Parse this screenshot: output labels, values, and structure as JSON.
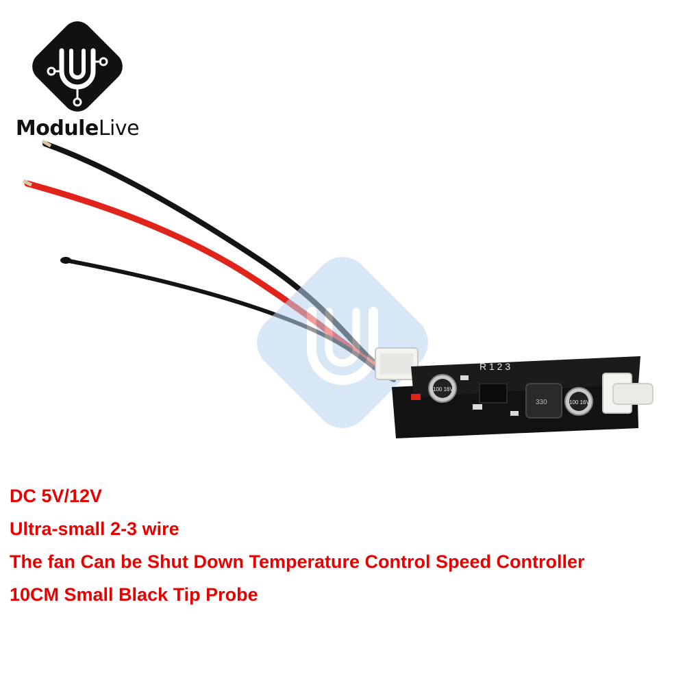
{
  "logo": {
    "name_part1": "Module",
    "name_part2": "Live"
  },
  "captions": [
    "DC 5V/12V",
    "Ultra-small 2-3 wire",
    "The fan Can be Shut Down Temperature Control Speed Controller",
    "10CM Small Black Tip Probe"
  ],
  "pcb_labels": {
    "header_marks": "R 1 2 3",
    "capacitor_left": "100 16V",
    "capacitor_right": "100 16V",
    "inductor": "330"
  },
  "colors": {
    "caption_text": "#e60000",
    "logo_dark": "#111111",
    "watermark": "#b9d5ef",
    "wire_red": "#e0241b",
    "wire_black": "#141414",
    "pcb": "#121212"
  }
}
